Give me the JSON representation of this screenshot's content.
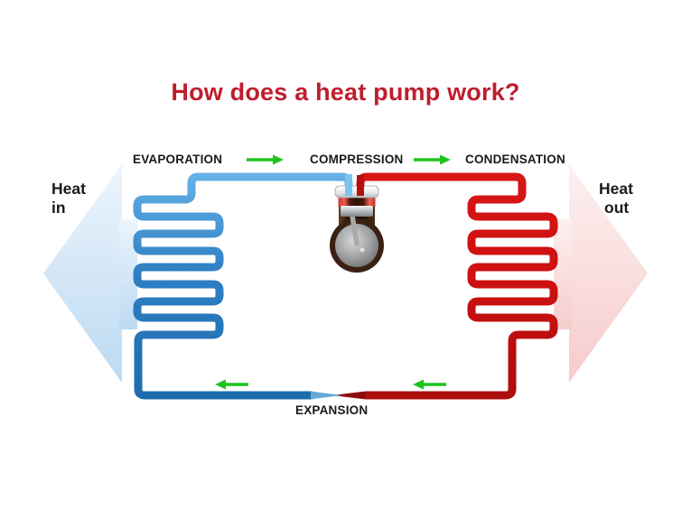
{
  "title": {
    "text": "How does a heat pump work?"
  },
  "stages": {
    "evaporation": "EVAPORATION",
    "compression": "COMPRESSION",
    "condensation": "CONDENSATION",
    "expansion": "EXPANSION"
  },
  "heat_in": {
    "line1": "Heat",
    "line2": "in"
  },
  "heat_out": {
    "line1": "Heat",
    "line2": "out"
  },
  "colors": {
    "title": "#be1e2d",
    "cold_pipe": "#2e7fc4",
    "hot_pipe": "#c41111",
    "flow_arrow": "#1dc41d",
    "heat_in_arrow": "#bfdcf3",
    "heat_out_arrow": "#f6d0d0",
    "label_text": "#1a1a1a"
  }
}
